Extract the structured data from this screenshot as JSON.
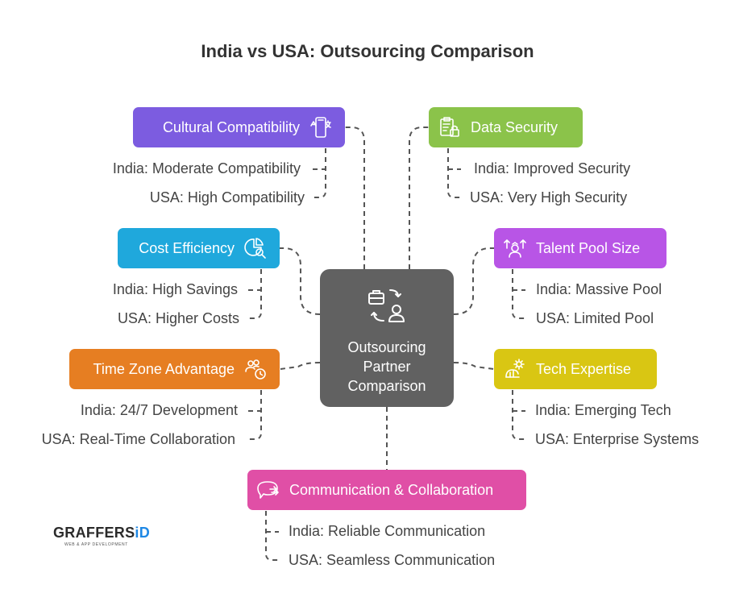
{
  "title": "India vs USA: Outsourcing Comparison",
  "center": {
    "label": "Outsourcing\nPartner\nComparison",
    "icon": "briefcase-exchange-icon",
    "color": "#616161"
  },
  "categories": {
    "cultural": {
      "label": "Cultural Compatibility",
      "color": "#7c5ce0",
      "icon": "translate-phone-icon",
      "items": [
        "India: Moderate Compatibility",
        "USA: High Compatibility"
      ]
    },
    "security": {
      "label": "Data Security",
      "color": "#8bc34a",
      "icon": "clipboard-lock-icon",
      "items": [
        "India: Improved Security",
        "USA: Very High Security"
      ]
    },
    "cost": {
      "label": "Cost Efficiency",
      "color": "#1fa8dc",
      "icon": "pie-chart-search-icon",
      "items": [
        "India: High Savings",
        "USA: Higher Costs"
      ]
    },
    "talent": {
      "label": "Talent Pool Size",
      "color": "#b855e6",
      "icon": "person-growth-icon",
      "items": [
        "India: Massive Pool",
        "USA: Limited Pool"
      ]
    },
    "timezone": {
      "label": "Time Zone Advantage",
      "color": "#e67e22",
      "icon": "team-clock-icon",
      "items": [
        "India: 24/7 Development",
        "USA: Real-Time Collaboration"
      ]
    },
    "tech": {
      "label": "Tech Expertise",
      "color": "#d9c613",
      "icon": "gear-worker-icon",
      "items": [
        "India: Emerging Tech",
        "USA: Enterprise Systems"
      ]
    },
    "communication": {
      "label": "Communication & Collaboration",
      "color": "#e04fa6",
      "icon": "chat-bubble-icon",
      "items": [
        "India: Reliable Communication",
        "USA: Seamless Communication"
      ]
    }
  },
  "logo": {
    "brand": "GRAFFERS",
    "brand_accent": "iD",
    "tagline": "WEB & APP DEVELOPMENT"
  }
}
